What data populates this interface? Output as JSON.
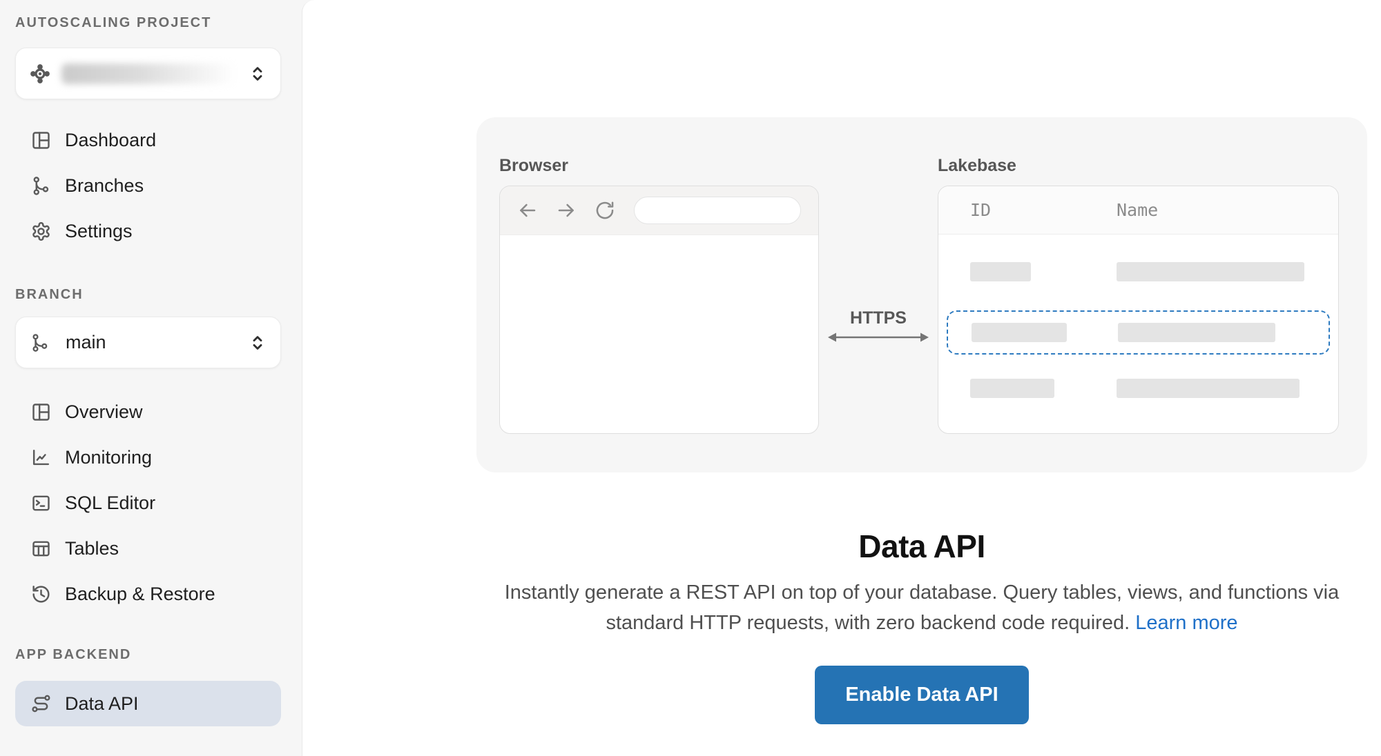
{
  "sidebar": {
    "sections": {
      "project_label": "AUTOSCALING PROJECT",
      "branch_label": "BRANCH",
      "backend_label": "APP BACKEND"
    },
    "project_selector": {
      "value_hidden": true
    },
    "branch_selector": {
      "value": "main"
    },
    "project_nav": [
      {
        "label": "Dashboard",
        "icon": "dashboard-layout-icon",
        "active": false
      },
      {
        "label": "Branches",
        "icon": "branch-icon",
        "active": false
      },
      {
        "label": "Settings",
        "icon": "gear-icon",
        "active": false
      }
    ],
    "branch_nav": [
      {
        "label": "Overview",
        "icon": "overview-layout-icon",
        "active": false
      },
      {
        "label": "Monitoring",
        "icon": "chart-icon",
        "active": false
      },
      {
        "label": "SQL Editor",
        "icon": "sql-terminal-icon",
        "active": false
      },
      {
        "label": "Tables",
        "icon": "table-icon",
        "active": false
      },
      {
        "label": "Backup & Restore",
        "icon": "history-icon",
        "active": false
      }
    ],
    "backend_nav": [
      {
        "label": "Data API",
        "icon": "route-icon",
        "active": true
      }
    ]
  },
  "main": {
    "illustration": {
      "browser_label": "Browser",
      "lakebase_label": "Lakebase",
      "https_label": "HTTPS",
      "table": {
        "columns": [
          "ID",
          "Name"
        ],
        "rows": [
          {
            "id_width": 88,
            "name_width": 272,
            "selected": false
          },
          {
            "id_width": 138,
            "name_width": 228,
            "selected": true
          },
          {
            "id_width": 122,
            "name_width": 265,
            "selected": false
          }
        ]
      }
    },
    "title": "Data API",
    "description": "Instantly generate a REST API on top of your database. Query tables, views, and functions via standard HTTP requests, with zero backend code required.",
    "learn_more_label": "Learn more",
    "enable_button_label": "Enable Data API"
  },
  "colors": {
    "accent_blue": "#2573b4",
    "link_blue": "#1f70c8",
    "dashed_selection_blue": "#2e7bc0",
    "active_item_bg": "#dbe1eb",
    "sidebar_bg": "#f6f6f6",
    "placeholder_bar": "#e4e4e4"
  }
}
